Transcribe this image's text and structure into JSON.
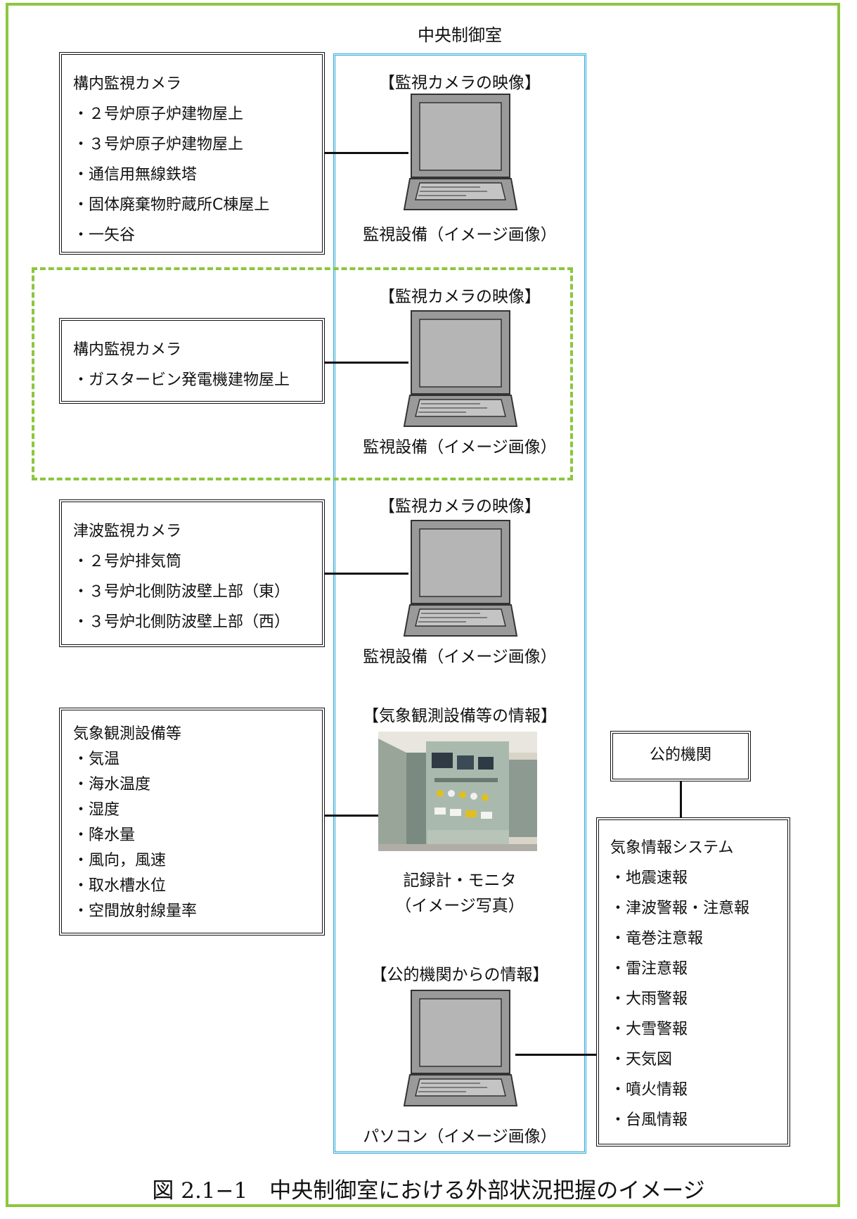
{
  "central_room_title": "中央制御室",
  "groups": [
    {
      "header": "【監視カメラの映像】",
      "device_label": "監視設備（イメージ画像）",
      "source_box": {
        "title": "構内監視カメラ",
        "items": [
          "・２号炉原子炉建物屋上",
          "・３号炉原子炉建物屋上",
          "・通信用無線鉄塔",
          "・固体廃棄物貯蔵所C棟屋上",
          "・一矢谷"
        ]
      }
    },
    {
      "header": "【監視カメラの映像】",
      "device_label": "監視設備（イメージ画像）",
      "source_box": {
        "title": "構内監視カメラ",
        "items": [
          "・ガスタービン発電機建物屋上"
        ]
      }
    },
    {
      "header": "【監視カメラの映像】",
      "device_label": "監視設備（イメージ画像）",
      "source_box": {
        "title": "津波監視カメラ",
        "items": [
          "・２号炉排気筒",
          "・３号炉北側防波壁上部（東）",
          "・３号炉北側防波壁上部（西）"
        ]
      }
    },
    {
      "header": "【気象観測設備等の情報】",
      "device_label_lines": [
        "記録計・モニタ",
        "（イメージ写真）"
      ],
      "source_box": {
        "title": "気象観測設備等",
        "items": [
          "・気温",
          "・海水温度",
          "・湿度",
          "・降水量",
          "・風向，風速",
          "・取水槽水位",
          "・空間放射線量率"
        ]
      }
    },
    {
      "header": "【公的機関からの情報】",
      "device_label": "パソコン（イメージ画像）"
    }
  ],
  "public_org": "公的機関",
  "weather_system": {
    "title": "気象情報システム",
    "items": [
      "・地震速報",
      "・津波警報・注意報",
      "・竜巻注意報",
      "・雷注意報",
      "・大雨警報",
      "・大雪警報",
      "・天気図",
      "・噴火情報",
      "・台風情報"
    ]
  },
  "caption": "図 2.1−1　中央制御室における外部状況把握のイメージ",
  "colors": {
    "frame_green": "#8cc63f",
    "room_blue": "#2aa7d8"
  }
}
